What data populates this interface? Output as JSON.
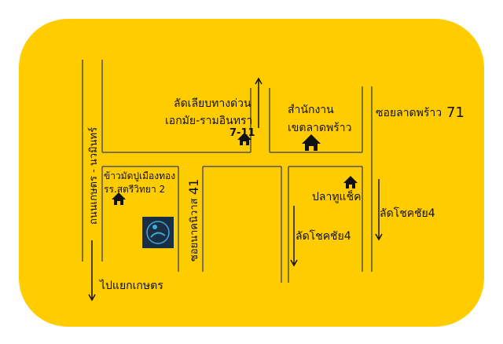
{
  "colors": {
    "background": "#FFCC00",
    "page": "#FFFFFF",
    "road": "#555555",
    "text": "#111111",
    "house": "#111111",
    "logo_bg": "#1B2F44",
    "logo_accent": "#3FA9D8"
  },
  "labels": {
    "express_road": "ลัดเลียบทางด่วน",
    "ekkamai_ramintra": "เอกมัย-รามอินทรา",
    "seven_eleven": "7-11",
    "district_office_1": "สำนักงาน",
    "district_office_2": "เขตลาดพร้าว",
    "soi_ladprao": "ซอยลาดพร้าว",
    "soi_ladprao_no": "71",
    "kaset_nawamin": "ถนนเกษตร - นวมินทร์",
    "to_kaset": "ไปแยกเกษตร",
    "rice_shop": "ข้าวมัดปูเมืองทอง",
    "school": "รร.สตรีวิทยา 2",
    "soi_nak_niwat": "ซอยนาคนิวาส",
    "soi_nak_niwat_no": "41",
    "pla_tu_shack": "ปลาทูแช็ค",
    "lat_chokchai_right": "ลัดโชคชัย4",
    "lat_chokchai_center": "ลัดโชคชัย4"
  },
  "icons": {
    "landmark": "house-icon",
    "arrow": "arrow-icon",
    "logo": "shop-logo"
  }
}
